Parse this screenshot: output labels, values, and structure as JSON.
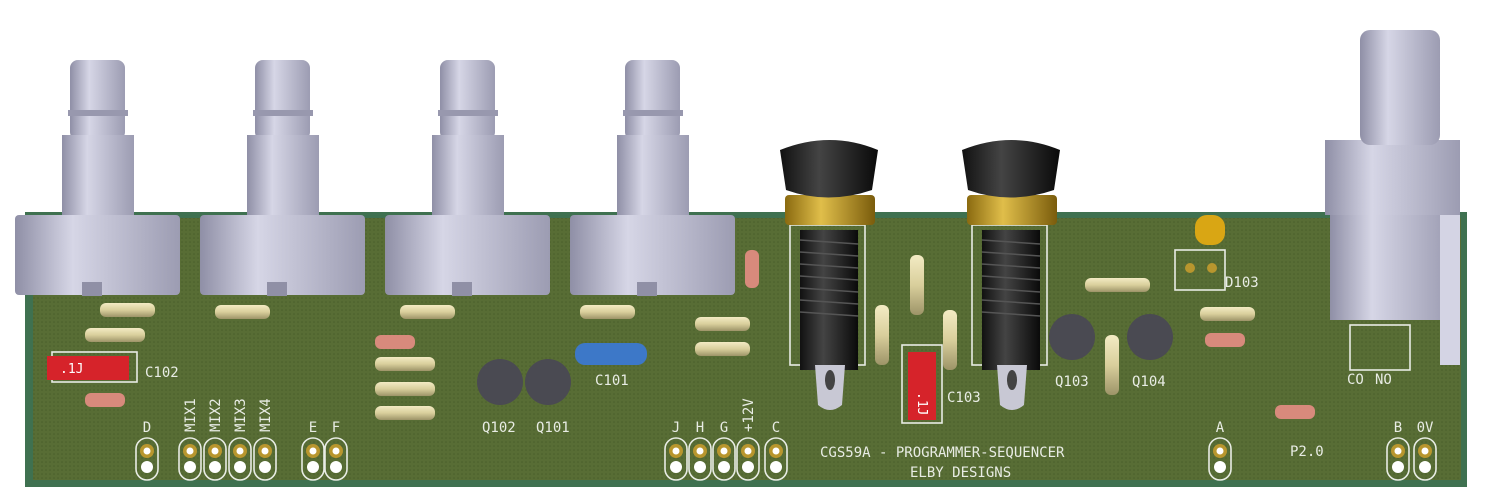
{
  "board": {
    "title": "CGS59A - PROGRAMMER-SEQUENCER",
    "maker": "ELBY DESIGNS",
    "revision": "P2.0"
  },
  "labels": {
    "c101": "C101",
    "c102": "C102",
    "c103": "C103",
    "q101": "Q101",
    "q102": "Q102",
    "q103": "Q103",
    "q104": "Q104",
    "d103": "D103",
    "co": "CO",
    "no": "NO"
  },
  "cap_values": {
    "c102": ".1J",
    "c103": ".1J"
  },
  "connectors": [
    {
      "label": "D"
    },
    {
      "label": "MIX1"
    },
    {
      "label": "MIX2"
    },
    {
      "label": "MIX3"
    },
    {
      "label": "MIX4"
    },
    {
      "label": "E"
    },
    {
      "label": "F"
    },
    {
      "label": "J"
    },
    {
      "label": "H"
    },
    {
      "label": "G"
    },
    {
      "label": "+12V"
    },
    {
      "label": "C"
    },
    {
      "label": "A"
    },
    {
      "label": "B"
    },
    {
      "label": "0V"
    }
  ],
  "colors": {
    "board": "#556b34",
    "edge": "#3f7150",
    "pad": "#b8962e",
    "pot": "#b9b9cc"
  }
}
